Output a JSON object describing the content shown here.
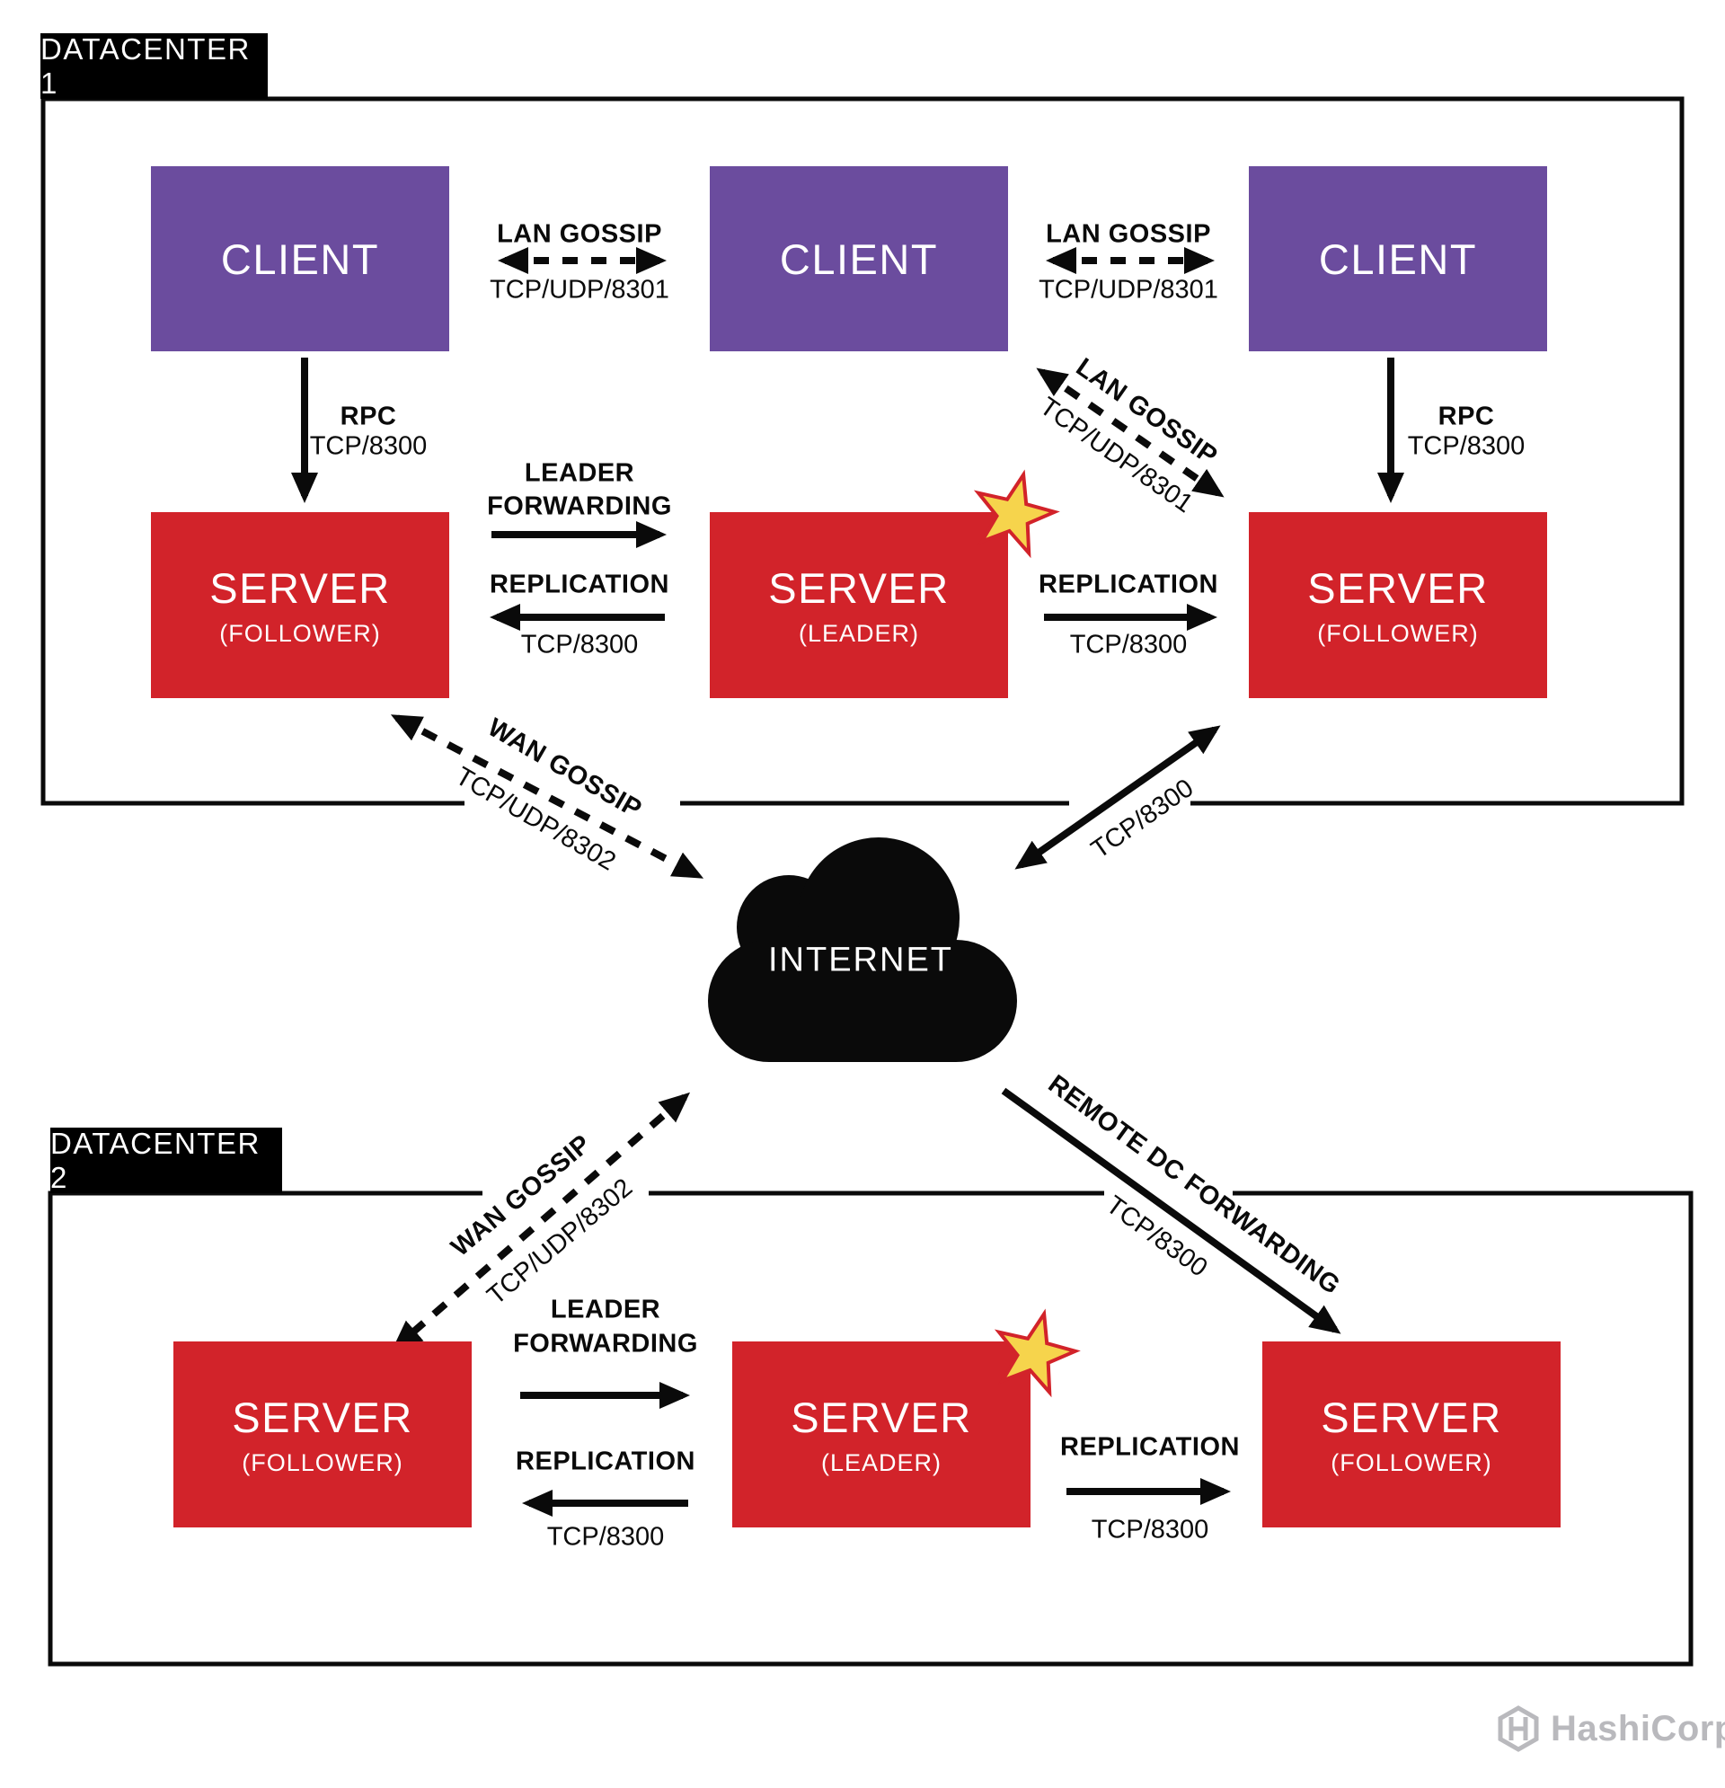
{
  "colors": {
    "client": "#6b4c9e",
    "server": "#d2232a",
    "accent_black": "#0a0a0a",
    "star_fill": "#f6d44c",
    "star_stroke": "#d2232a",
    "logo_gray": "#b9b9bd"
  },
  "dc1": {
    "tab": "DATACENTER 1",
    "clients": [
      {
        "label": "CLIENT"
      },
      {
        "label": "CLIENT"
      },
      {
        "label": "CLIENT"
      }
    ],
    "servers": [
      {
        "label": "SERVER",
        "role": "(FOLLOWER)"
      },
      {
        "label": "SERVER",
        "role": "(LEADER)"
      },
      {
        "label": "SERVER",
        "role": "(FOLLOWER)"
      }
    ],
    "edges": {
      "lan_gossip_left": {
        "name": "LAN GOSSIP",
        "port": "TCP/UDP/8301"
      },
      "lan_gossip_right": {
        "name": "LAN GOSSIP",
        "port": "TCP/UDP/8301"
      },
      "lan_gossip_diagonal": {
        "name": "LAN GOSSIP",
        "port": "TCP/UDP/8301"
      },
      "rpc_left": {
        "name": "RPC",
        "port": "TCP/8300"
      },
      "rpc_right": {
        "name": "RPC",
        "port": "TCP/8300"
      },
      "leader_forwarding": {
        "line1": "LEADER",
        "line2": "FORWARDING"
      },
      "replication_left": {
        "name": "REPLICATION",
        "port": "TCP/8300"
      },
      "replication_right": {
        "name": "REPLICATION",
        "port": "TCP/8300"
      }
    }
  },
  "wan": {
    "internet_label": "INTERNET",
    "wan_gossip_dc1": {
      "name": "WAN GOSSIP",
      "port": "TCP/UDP/8302"
    },
    "tcp_8300_link": {
      "port": "TCP/8300"
    },
    "wan_gossip_dc2": {
      "name": "WAN GOSSIP",
      "port": "TCP/UDP/8302"
    },
    "remote_dc_forwarding": {
      "name": "REMOTE DC FORWARDING",
      "port": "TCP/8300"
    }
  },
  "dc2": {
    "tab": "DATACENTER 2",
    "servers": [
      {
        "label": "SERVER",
        "role": "(FOLLOWER)"
      },
      {
        "label": "SERVER",
        "role": "(LEADER)"
      },
      {
        "label": "SERVER",
        "role": "(FOLLOWER)"
      }
    ],
    "edges": {
      "leader_forwarding": {
        "line1": "LEADER",
        "line2": "FORWARDING"
      },
      "replication_left": {
        "name": "REPLICATION",
        "port": "TCP/8300"
      },
      "replication_right": {
        "name": "REPLICATION",
        "port": "TCP/8300"
      }
    }
  },
  "footer": {
    "brand": "HashiCorp"
  }
}
